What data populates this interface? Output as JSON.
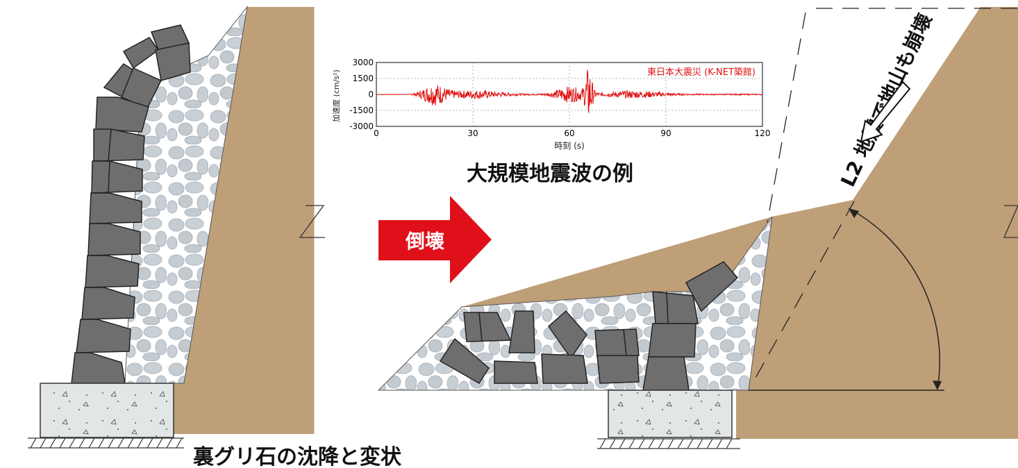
{
  "labels": {
    "left_caption": "裏グリ石の沈降と変状",
    "collapse_arrow": "倒壊",
    "wave_caption": "大規模地震波の例",
    "mountain_collapse": "L2 地震で地山も崩壊"
  },
  "wave_chart": {
    "legend": "東日本大震災 (K-NET築館)",
    "xlabel": "時刻 (s)",
    "ylabel": "加速度 (cm/s²)",
    "x_ticks": [
      "0",
      "30",
      "60",
      "90",
      "120"
    ],
    "y_ticks": [
      "3000",
      "1500",
      "0",
      "-1500",
      "-3000"
    ],
    "xlim": [
      0,
      120
    ],
    "ylim": [
      -3000,
      3000
    ]
  },
  "colors": {
    "soil": "#bf9f78",
    "gravel": "#c7cdd3",
    "stone": "#6e6e6e",
    "concrete": "#dfe3e3",
    "arrow_red": "#e0101a",
    "wave_red": "#e01010"
  }
}
